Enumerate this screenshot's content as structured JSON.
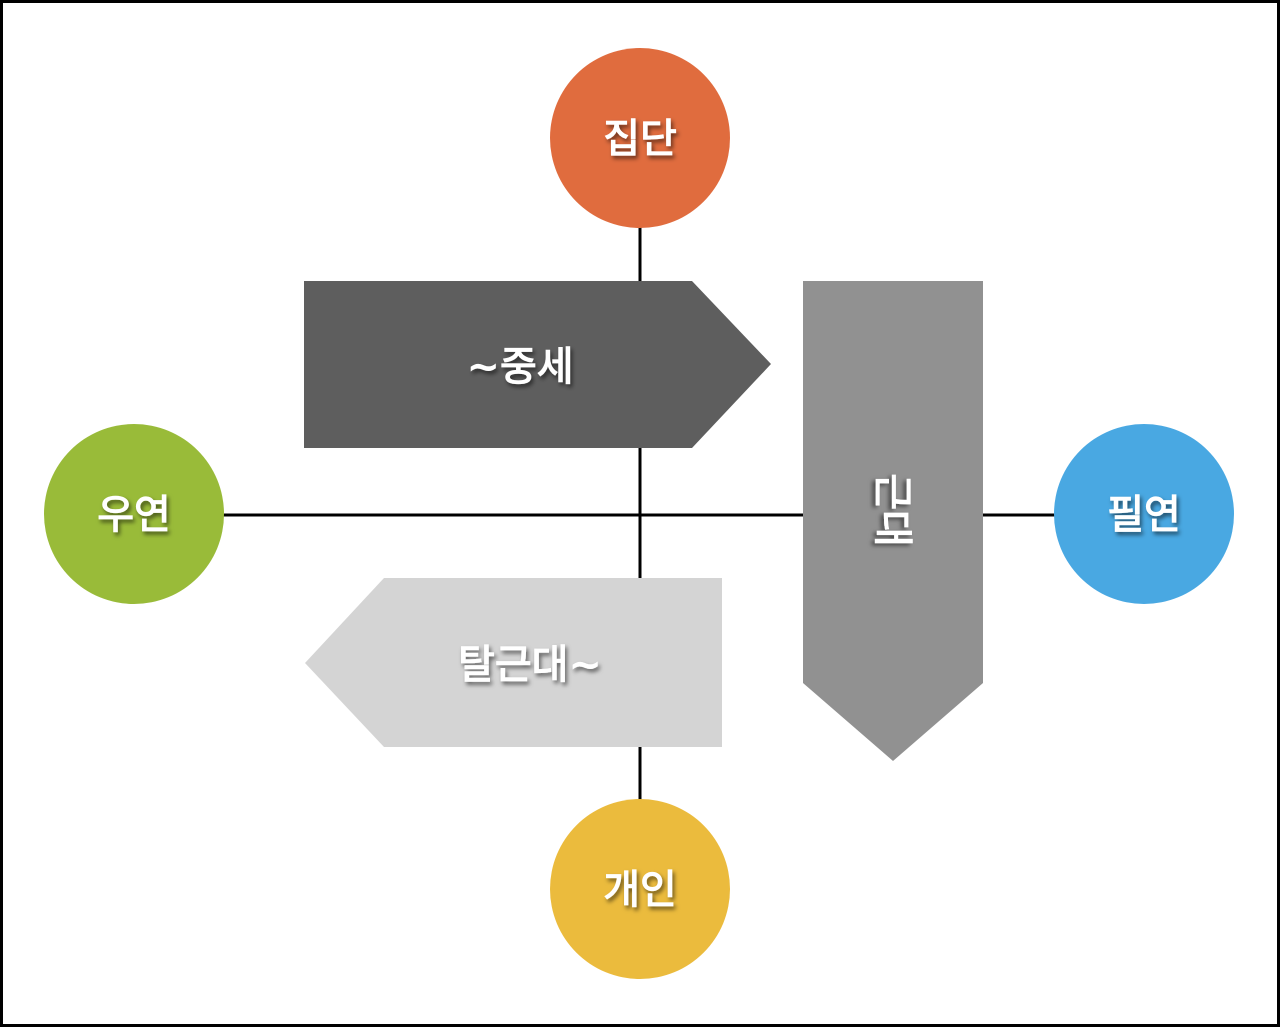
{
  "diagram": {
    "nodes": {
      "top": {
        "label": "집단",
        "color": "#e06c3e"
      },
      "left": {
        "label": "우연",
        "color": "#99bb39"
      },
      "right": {
        "label": "필연",
        "color": "#49a8e2"
      },
      "bottom": {
        "label": "개인",
        "color": "#ebbb3d"
      }
    },
    "arrows": {
      "right_arrow": {
        "label": "~중세",
        "color": "#5e5e5e"
      },
      "left_arrow": {
        "label": "탈근대~",
        "color": "#d4d4d4"
      },
      "down_arrow": {
        "label": "근대",
        "color": "#919191"
      }
    },
    "axis_color": "#000000"
  }
}
